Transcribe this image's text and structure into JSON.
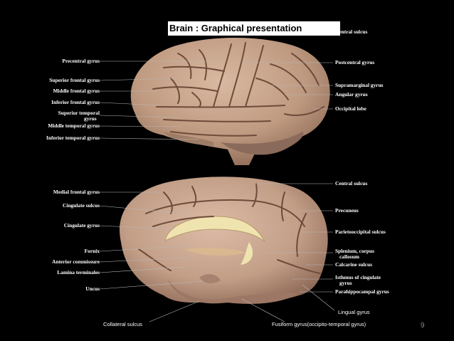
{
  "slide": {
    "title": "Brain : Graphical presentation",
    "page_number": "9"
  },
  "lateral_view": {
    "left_labels": [
      "Precentral gyrus",
      "Superior frontal gyrus",
      "Middle frontal gyrus",
      "Inferior frontal gyrus",
      "Superior temporal",
      "gyrus",
      "Middle temporal gyrus",
      "Inferior temporal gyrus"
    ],
    "right_labels": [
      "Central sulcus",
      "Postcentral gyrus",
      "Supramarginal gyrus",
      "Angular gyrus",
      "Occipital lobe"
    ]
  },
  "medial_view": {
    "left_labels": [
      "Medial frontal gyrus",
      "Cingulate sulcus",
      "Cingulate gyrus",
      "Fornix",
      "Anterior commissure",
      "Lamina terminales",
      "Uncus"
    ],
    "right_labels": [
      "Central sulcus",
      "Precuneus",
      "Parietooccipital sulcus",
      "Splenium, corpus",
      "callosum",
      "Calcarine sulcus",
      "Isthmus of cingulate",
      "gyrus",
      "Parahippocampal gyrus"
    ]
  },
  "captions": {
    "lingual": "Lingual gyrus",
    "collateral": "Collateral sulcus",
    "fusiform": "Fusiform gyrus(occipito-temporal gyrus)"
  },
  "colors": {
    "background": "#000000",
    "brain": "#c4a088",
    "sulci": "#6e4b3a",
    "corpus_callosum": "#efe4b0"
  }
}
